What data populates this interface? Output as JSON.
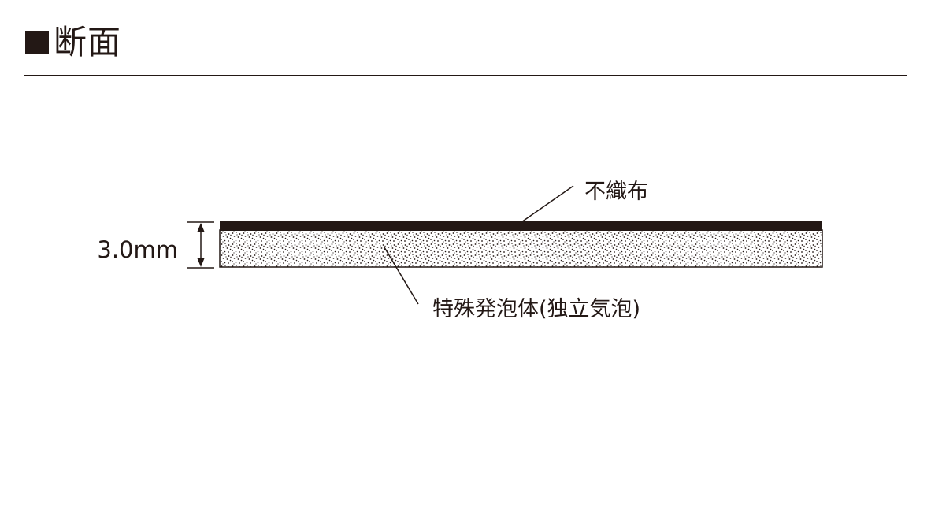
{
  "heading": {
    "title": "断面"
  },
  "diagram": {
    "thickness": "3.0mm",
    "layers": [
      {
        "label": "不織布"
      },
      {
        "label": "特殊発泡体(独立気泡)"
      }
    ],
    "colors": {
      "ink": "#231815",
      "top_layer": "#231815",
      "foam_dots": "#231815"
    }
  }
}
